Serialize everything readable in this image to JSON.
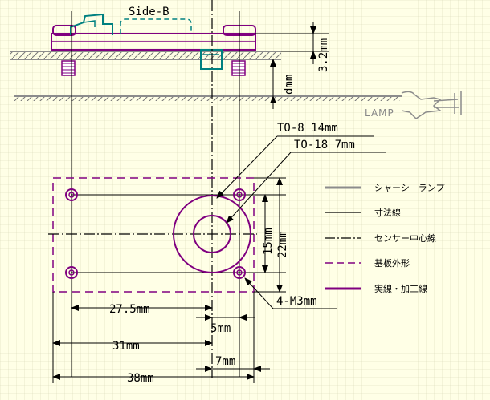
{
  "labels": {
    "side_b": "Side-B",
    "t32": "3.2mm",
    "dmm": "dmm",
    "lamp": "LAMP",
    "to8": "TO-8 14mm",
    "to18": "TO-18 7mm",
    "h15": "15mm",
    "h22": "22mm",
    "m3": "4-M3mm",
    "d275": "27.5mm",
    "d5": "5mm",
    "d31": "31mm",
    "d7": "7mm",
    "d38": "38mm"
  },
  "legend": [
    {
      "label": "シャーシ　ランプ",
      "color": "#8c8c8c",
      "style": "solid-thick"
    },
    {
      "label": "寸法線",
      "color": "#000000",
      "style": "solid"
    },
    {
      "label": "センサー中心線",
      "color": "#000000",
      "style": "dashdot"
    },
    {
      "label": "基板外形",
      "color": "#800080",
      "style": "dashed"
    },
    {
      "label": "実線・加工線",
      "color": "#800080",
      "style": "solid-thick"
    }
  ],
  "colors": {
    "background": "#ffffe6",
    "grid": "#d8d8b8",
    "chassis": "#8c8c8c",
    "outline": "#800080",
    "sensor": "#008080",
    "screw": "#800080"
  }
}
